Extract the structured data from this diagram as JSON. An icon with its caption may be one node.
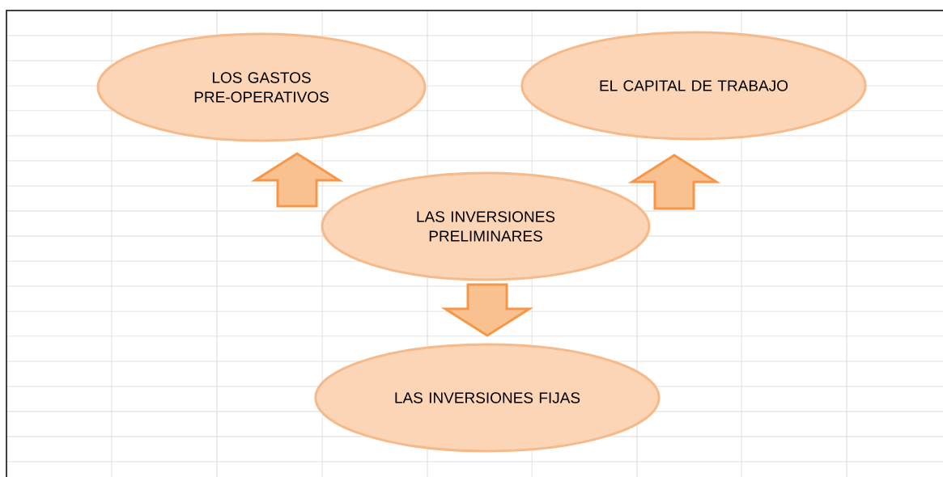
{
  "diagram": {
    "nodes": [
      {
        "text": [
          "LOS GASTOS PRE-OPERATIVOS"
        ]
      },
      {
        "text": [
          "EL CAPITAL DE TRABAJO"
        ]
      },
      {
        "text": [
          "LAS INVERSIONES PRELIMINARES"
        ]
      },
      {
        "text": [
          "LAS INVERSIONES FIJAS"
        ]
      }
    ],
    "edges": [
      {
        "from": 2,
        "to": 0,
        "arrow": "to"
      },
      {
        "from": 2,
        "to": 1,
        "arrow": "to"
      },
      {
        "from": 2,
        "to": 3,
        "arrow": "to"
      }
    ]
  }
}
